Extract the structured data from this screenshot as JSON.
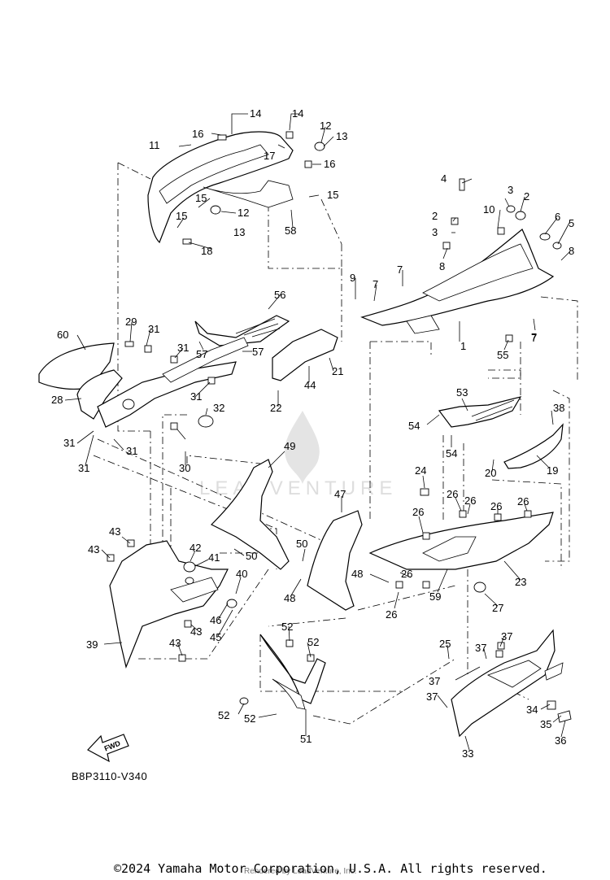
{
  "diagram_code": "B8P3110-V340",
  "direction_label": "FWD",
  "watermark": {
    "text": "LEADVENTURE",
    "logo_icon": "leadventure-flame-logo",
    "color": "#dedede"
  },
  "footer": {
    "copyright": "©2024 Yamaha Motor Corporation, U.S.A. All rights reserved.",
    "rendered_by": "Rendered by LeadVenture, Inc."
  },
  "callouts": [
    "14",
    "14",
    "16",
    "17",
    "11",
    "12",
    "13",
    "16",
    "15",
    "15",
    "15",
    "12",
    "13",
    "58",
    "18",
    "4",
    "3",
    "2",
    "10",
    "2",
    "3",
    "6",
    "5",
    "8",
    "8",
    "7",
    "7",
    "9",
    "7",
    "1",
    "55",
    "7",
    "56",
    "60",
    "29",
    "31",
    "31",
    "57",
    "57",
    "21",
    "44",
    "28",
    "31",
    "22",
    "32",
    "31",
    "31",
    "31",
    "30",
    "53",
    "38",
    "54",
    "54",
    "20",
    "19",
    "49",
    "24",
    "47",
    "26",
    "26",
    "26",
    "26",
    "26",
    "50",
    "43",
    "42",
    "43",
    "41",
    "50",
    "48",
    "26",
    "59",
    "23",
    "40",
    "48",
    "26",
    "27",
    "39",
    "46",
    "45",
    "43",
    "52",
    "52",
    "43",
    "25",
    "37",
    "37",
    "37",
    "37",
    "34",
    "52",
    "35",
    "52",
    "36",
    "51",
    "33"
  ]
}
